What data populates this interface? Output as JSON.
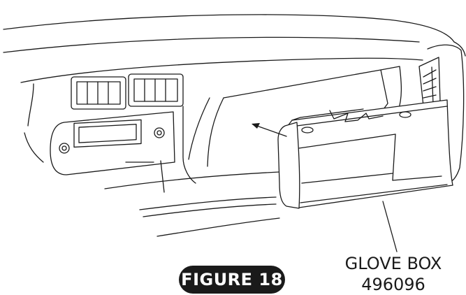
{
  "figure": {
    "label": "FIGURE 18"
  },
  "callout": {
    "part_name": "GLOVE BOX",
    "part_number": "496096"
  },
  "colors": {
    "ink": "#1a1a1a",
    "paper": "#ffffff"
  }
}
